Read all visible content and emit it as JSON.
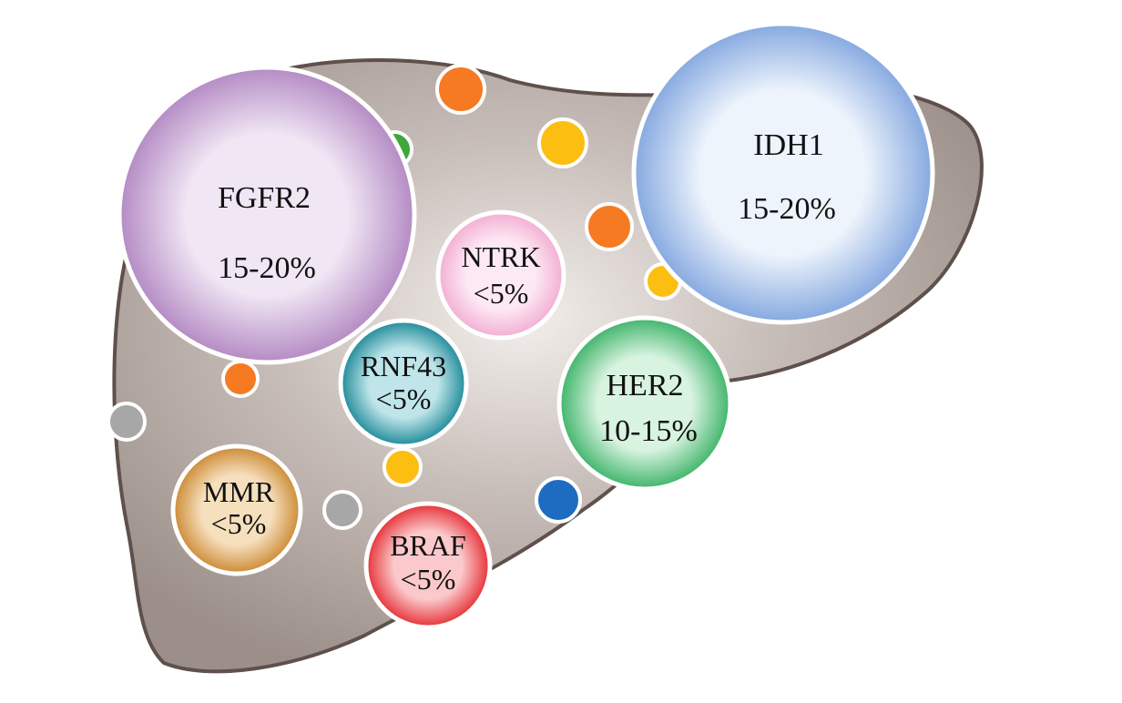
{
  "diagram": {
    "organ": "liver",
    "colors": {
      "liver_fill": "#9c8f89",
      "liver_center": "#f3efec",
      "liver_stroke": "#5e504b",
      "bubble_border": "#ffffff",
      "dot_orange": "#f57a22",
      "dot_yellow": "#fcbe10",
      "dot_green": "#3ea63a",
      "dot_gray": "#a7a7a7",
      "dot_blue": "#1e6cc0"
    },
    "bubbles": [
      {
        "id": "fgfr2",
        "name": "FGFR2",
        "value": "15-20%",
        "color": "#b48bc4",
        "light": "#f0e6f4"
      },
      {
        "id": "idh1",
        "name": "IDH1",
        "value": "15-20%",
        "color": "#86a9e0",
        "light": "#eef4fc"
      },
      {
        "id": "ntrk",
        "name": "NTRK",
        "value": "<5%",
        "color": "#f2aed2",
        "light": "#fde9f4"
      },
      {
        "id": "rnf43",
        "name": "RNF43",
        "value": "<5%",
        "color": "#1e8a98",
        "light": "#bfe5ea"
      },
      {
        "id": "her2",
        "name": "HER2",
        "value": "10-15%",
        "color": "#3fb46a",
        "light": "#d9f3e1"
      },
      {
        "id": "mmr",
        "name": "MMR",
        "value": "<5%",
        "color": "#cc8a34",
        "light": "#f6dfbd"
      },
      {
        "id": "braf",
        "name": "BRAF",
        "value": "<5%",
        "color": "#e53036",
        "light": "#fbc9cb"
      }
    ],
    "dots": [
      {
        "id": "dot-orange-1",
        "color": "orange"
      },
      {
        "id": "dot-yellow-1",
        "color": "yellow"
      },
      {
        "id": "dot-green-1",
        "color": "green"
      },
      {
        "id": "dot-orange-2",
        "color": "orange"
      },
      {
        "id": "dot-yellow-2",
        "color": "yellow"
      },
      {
        "id": "dot-orange-3",
        "color": "orange"
      },
      {
        "id": "dot-gray-1",
        "color": "gray"
      },
      {
        "id": "dot-yellow-3",
        "color": "yellow"
      },
      {
        "id": "dot-gray-2",
        "color": "gray"
      },
      {
        "id": "dot-blue-1",
        "color": "blue"
      }
    ]
  }
}
